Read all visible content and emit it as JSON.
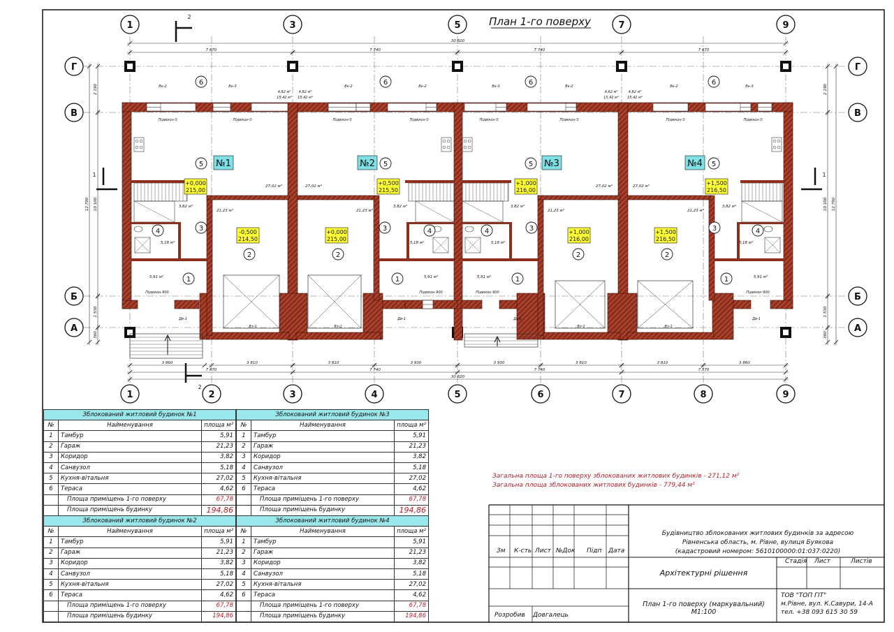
{
  "title": "План 1-го поверху",
  "axes_numbers": [
    "1",
    "3",
    "5",
    "7",
    "9"
  ],
  "axes_numbers_bottom": [
    "1",
    "2",
    "3",
    "4",
    "5",
    "6",
    "7",
    "8",
    "9"
  ],
  "axes_letters": [
    "Г",
    "В",
    "Б",
    "А"
  ],
  "dim_top_total": "30 820",
  "dims_top": [
    "7 670",
    "7 740",
    "7 740",
    "7 670"
  ],
  "dims_bottom_1": [
    "3 860",
    "3 810",
    "3 810",
    "3 930",
    "3 930",
    "3 810",
    "3 810",
    "3 860"
  ],
  "dims_bottom_2": [
    "7 670",
    "7 740",
    "7 740",
    "7 570"
  ],
  "dim_bottom_total": "30 820",
  "dims_left": [
    "2 190",
    "10 100",
    "1 530",
    "360"
  ],
  "dim_left_total": "12 790",
  "section_mark": "2",
  "section_mark_side": "1",
  "units": [
    {
      "label": "№1",
      "level": "+0,000",
      "abs": "215,00"
    },
    {
      "label": "№2",
      "level": "+0,500",
      "abs": "215,50"
    },
    {
      "label": "№3",
      "level": "+1,000",
      "abs": "216,00"
    },
    {
      "label": "№4",
      "level": "+1,500",
      "abs": "216,50"
    }
  ],
  "garage_levels": [
    {
      "level": "-0,500",
      "abs": "214,50"
    },
    {
      "level": "+0,000",
      "abs": "215,00"
    },
    {
      "level": "+1,000",
      "abs": "216,00"
    },
    {
      "level": "+1,500",
      "abs": "216,50"
    }
  ],
  "room_numbers": [
    "1",
    "2",
    "3",
    "4",
    "5",
    "6"
  ],
  "room_areas": {
    "hall": "27,02 м²",
    "garage": "21,23 м²",
    "corridor": "3,82 м²",
    "bath": "5,18 м²",
    "vestibule": "5,91 м²",
    "terrace": "4,62 м²",
    "terrace2": "15,42 м²"
  },
  "small_labels": {
    "sill": "Підвікон 0",
    "sill900": "Підвікон 900",
    "win_vk2": "Вк-2",
    "win_vk3": "Вк-3",
    "win_vk1": "Вк-1",
    "gate": "Вт-1",
    "door": "Дв-1"
  },
  "tables": [
    {
      "caption": "Зблокований житловий будинок №1",
      "total_floor": "67,78",
      "total_house": "194,86"
    },
    {
      "caption": "Зблокований житловий будинок №3",
      "total_floor": "67,78",
      "total_house": "194,86"
    },
    {
      "caption": "Зблокований житловий будинок №2",
      "total_floor": "67,78",
      "total_house": "194,86"
    },
    {
      "caption": "Зблокований житловий будинок №4",
      "total_floor": "67,78",
      "total_house": "194,86"
    }
  ],
  "table_headers": {
    "num": "№",
    "name": "Найменування",
    "area": "площа м²"
  },
  "table_rows": [
    {
      "n": "1",
      "name": "Тамбур",
      "area": "5,91"
    },
    {
      "n": "2",
      "name": "Гараж",
      "area": "21,23"
    },
    {
      "n": "3",
      "name": "Коридор",
      "area": "3,82"
    },
    {
      "n": "4",
      "name": "Санвузол",
      "area": "5,18"
    },
    {
      "n": "5",
      "name": "Кухня-вітальня",
      "area": "27,02"
    },
    {
      "n": "6",
      "name": "Тераса",
      "area": "4,62"
    }
  ],
  "table_total_labels": {
    "floor": "Площа приміщень 1-го поверху",
    "house": "Площа приміщень будинку"
  },
  "totals": [
    "Загальна площа 1-го поверху зблокованих житлових будинків - 271,12 м²",
    "Загальна площа зблокованих житлових будинків - 779,44 м²"
  ],
  "title_block": {
    "project": "Будівництво зблокованих житлових будинків за адресою Рівненська область, м. Рівне, вулиця Буякова (кадастровий номером: 5610100000:01:037:0220)",
    "project_lines": [
      "Будівництво зблокованих житлових будинків за адресою",
      "Рівненська область, м. Рівне, вулиця Буякова",
      "(кадастровий номером: 5610100000:01:037:0220)"
    ],
    "cols": [
      "Зм",
      "К-сть",
      "Лист",
      "№Док",
      "Підп",
      "Дата"
    ],
    "section": "Архітектурні рішення",
    "sheet_title": "План 1-го поверху (маркувальний) М1:100",
    "stage_headers": [
      "Стадія",
      "Лист",
      "Листів"
    ],
    "company_lines": [
      "ТОВ \"ТОП ГІТ\"",
      "м.Рівне, вул. К.Савури, 14-А",
      "тел. +38 093 615 30 59"
    ],
    "role": "Розробив",
    "author": "Довгалець"
  },
  "colors": {
    "wall": "#8b2f1e",
    "wall_hatch": "#d3553c",
    "table_header": "#9be8ec",
    "level_box": "#ffff33",
    "unit_box": "#7fe0e6",
    "red_text": "#b0202a"
  }
}
